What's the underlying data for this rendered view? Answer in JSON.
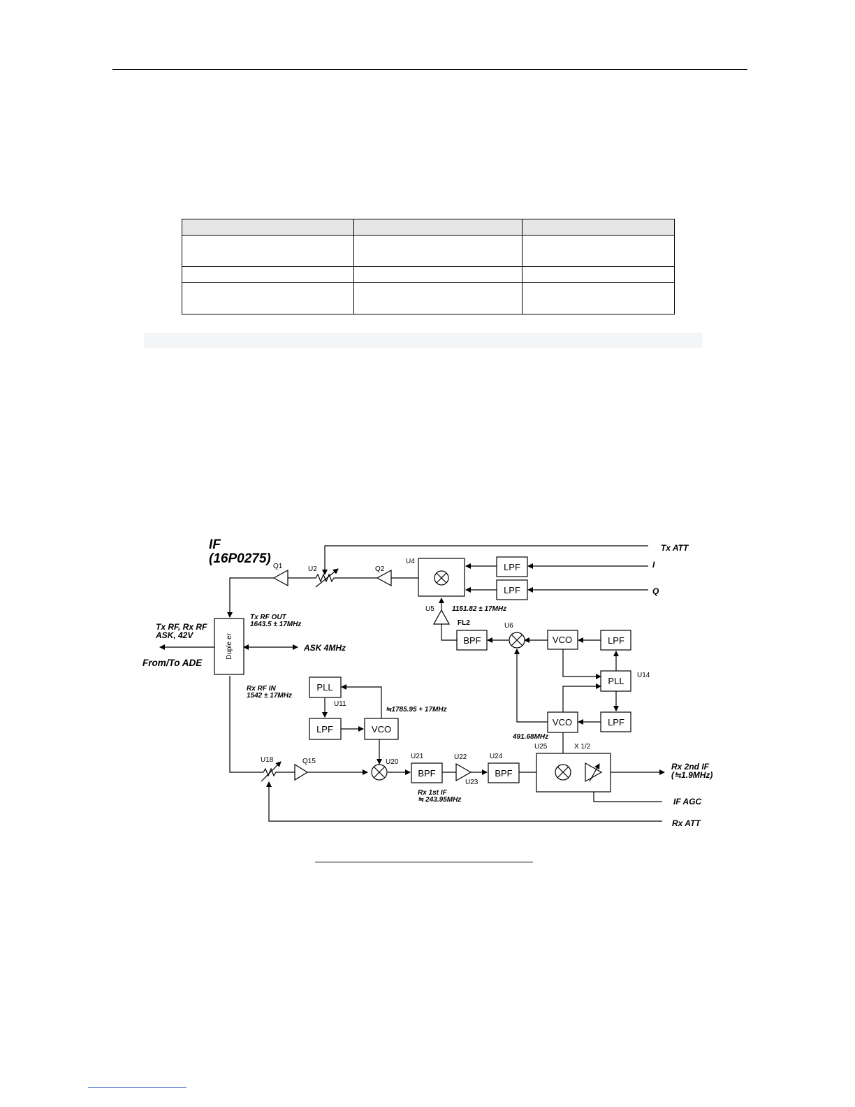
{
  "table": {
    "header": [
      "",
      "",
      ""
    ],
    "rows": [
      [
        "",
        "",
        ""
      ],
      [
        "",
        "",
        ""
      ],
      [
        "",
        "",
        ""
      ]
    ]
  },
  "diagram": {
    "title_line1": "IF",
    "title_line2": "(16P0275)",
    "blocks": {
      "lpf_i": "LPF",
      "lpf_q": "LPF",
      "bpf_fl2": "BPF",
      "vco_upper": "VCO",
      "lpf_upper": "LPF",
      "pll_u14": "PLL",
      "vco_lower": "VCO",
      "lpf_lower": "LPF",
      "pll_u11": "PLL",
      "lpf_u11": "LPF",
      "vco_u11": "VCO",
      "bpf_u21": "BPF",
      "bpf_u24": "BPF",
      "duplexer": "Duple er"
    },
    "components": {
      "q1": "Q1",
      "u2": "U2",
      "q2": "Q2",
      "u4": "U4",
      "u5": "U5",
      "fl2": "FL2",
      "u6": "U6",
      "u14": "U14",
      "u11": "U11",
      "u18": "U18",
      "q15": "Q15",
      "u20": "U20",
      "u21": "U21",
      "u22": "U22",
      "u23": "U23",
      "u24": "U24",
      "u25": "U25",
      "x_half": "X 1/2"
    },
    "signals": {
      "tx_att": "Tx ATT",
      "i": "I",
      "q": "Q",
      "tx_rf_out_1": "Tx RF OUT",
      "tx_rf_out_2": "1643.5 ± 17MHz",
      "freq_u5": "1151.82 ± 17MHz",
      "tx_rx_rf_1": "Tx RF, Rx RF",
      "tx_rx_rf_2": "ASK, 42V",
      "from_to_ade": "From/To ADE",
      "ask_4mhz": "ASK 4MHz",
      "rx_rf_in_1": "Rx RF IN",
      "rx_rf_in_2": "1542 ± 17MHz",
      "freq_u11": "≒1785.95 + 17MHz",
      "freq_491": "491.68MHz",
      "rx_1st_if_1": "Rx 1st IF",
      "rx_1st_if_2": "≒ 243.95MHz",
      "rx_2nd_if_1": "Rx 2nd IF",
      "rx_2nd_if_2": "(≒1.9MHz)",
      "if_agc": "IF AGC",
      "rx_att": "Rx ATT"
    }
  }
}
